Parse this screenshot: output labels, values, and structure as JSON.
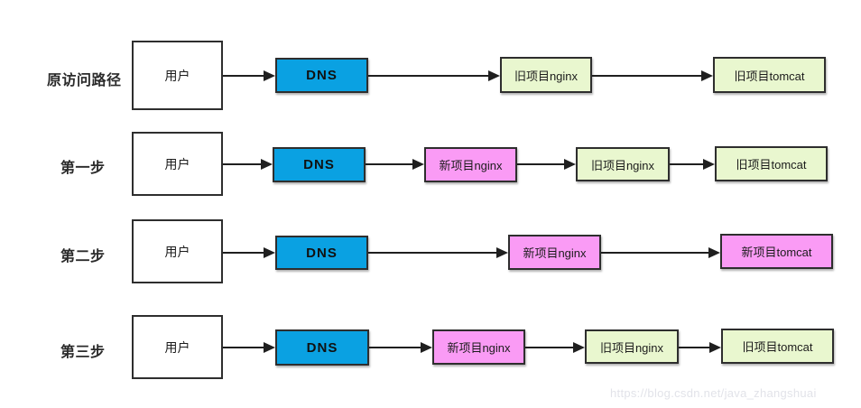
{
  "colors": {
    "dns_box": "#0aa1e2",
    "new_project_box": "#fa9bf5",
    "old_project_box": "#e9f7cf",
    "user_box": "#ffffff",
    "box_border": "#2e2e2e",
    "arrow": "#1f1f1f",
    "watermark_text": "#e2e3e9"
  },
  "rows": [
    {
      "label": "原访问路径",
      "nodes": [
        {
          "type": "user",
          "label": "用户"
        },
        {
          "type": "dns",
          "label": "DNS"
        },
        {
          "type": "old",
          "label": "旧项目nginx"
        },
        {
          "type": "old",
          "label": "旧项目tomcat"
        }
      ]
    },
    {
      "label": "第一步",
      "nodes": [
        {
          "type": "user",
          "label": "用户"
        },
        {
          "type": "dns",
          "label": "DNS"
        },
        {
          "type": "new",
          "label": "新项目nginx"
        },
        {
          "type": "old",
          "label": "旧项目nginx"
        },
        {
          "type": "old",
          "label": "旧项目tomcat"
        }
      ]
    },
    {
      "label": "第二步",
      "nodes": [
        {
          "type": "user",
          "label": "用户"
        },
        {
          "type": "dns",
          "label": "DNS"
        },
        {
          "type": "new",
          "label": "新项目nginx"
        },
        {
          "type": "new",
          "label": "新项目tomcat"
        }
      ]
    },
    {
      "label": "第三步",
      "nodes": [
        {
          "type": "user",
          "label": "用户"
        },
        {
          "type": "dns",
          "label": "DNS"
        },
        {
          "type": "new",
          "label": "新项目nginx"
        },
        {
          "type": "old",
          "label": "旧项目nginx"
        },
        {
          "type": "old",
          "label": "旧项目tomcat"
        }
      ]
    }
  ],
  "watermark": {
    "text": "https://blog.csdn.net/java_zhangshuai"
  }
}
